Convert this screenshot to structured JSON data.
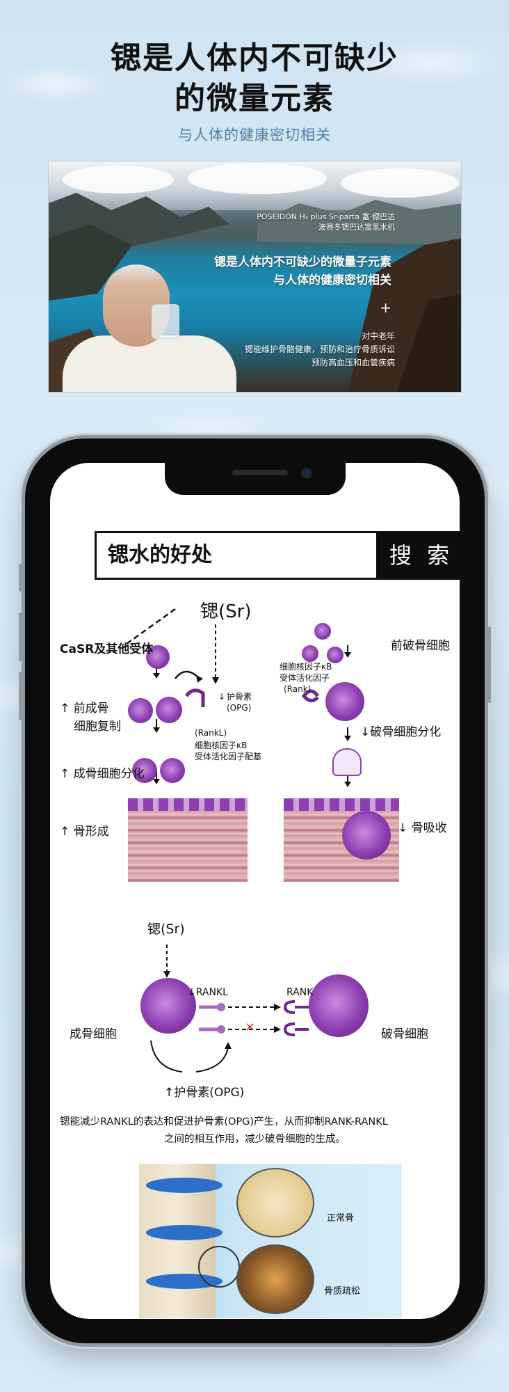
{
  "header": {
    "title_line1": "锶是人体内不可缺少",
    "title_line2": "的微量元素",
    "subtitle": "与人体的健康密切相关"
  },
  "banner": {
    "brand_line1": "POSEIDON H₂ plus Sr-parta 富·锶巴达",
    "brand_line2": "波赛冬锶巴达富氢水机",
    "headline_line1": "锶是人体内不可缺少的微量子元素",
    "headline_line2": "与人体的健康密切相关",
    "plus": "+",
    "note_title": "对中老年",
    "note_line1": "锶能维护骨骼健康，预防和治疗骨质诉讼",
    "note_line2": "预防高血压和血管疾病"
  },
  "search": {
    "query": "锶水的好处",
    "button_label": "搜 索"
  },
  "diagram1": {
    "strontium": "锶(Sr)",
    "casr": "CaSR及其他受体",
    "preosteoclast": "前破骨细胞",
    "opg": "护骨素\n(OPG)",
    "opg_arrow": "↓",
    "rank_text_line1": "细胞核因子κB",
    "rank_text_line2": "受体活化因子",
    "rank_text_line3": "(Rank)",
    "pre_osteoblast_line1": "↑ 前成骨",
    "pre_osteoblast_line2": "细胞复制",
    "osteoclast_diff": "↓破骨细胞分化",
    "rankl_line1": "(RankL)",
    "rankl_line2": "细胞核因子κB",
    "rankl_line3": "受体活化因子配基",
    "osteoblast_diff": "↑ 成骨细胞分化",
    "bone_formation": "↑ 骨形成",
    "bone_resorption": "↓ 骨吸收"
  },
  "diagram2": {
    "strontium": "锶(Sr)",
    "rankl": "↓RANKL",
    "rank": "RANK",
    "osteoblast": "成骨细胞",
    "osteoclast": "破骨细胞",
    "opg": "↑护骨素(OPG)",
    "block_mark": "×"
  },
  "caption": {
    "line1": "锶能减少RANKL的表达和促进护骨素(OPG)产生，从而抑制RANK-RANKL",
    "line2": "之间的相互作用，减少破骨细胞的生成。"
  },
  "bone_panel": {
    "normal": "正常骨",
    "osteoporosis": "骨质疏松"
  }
}
